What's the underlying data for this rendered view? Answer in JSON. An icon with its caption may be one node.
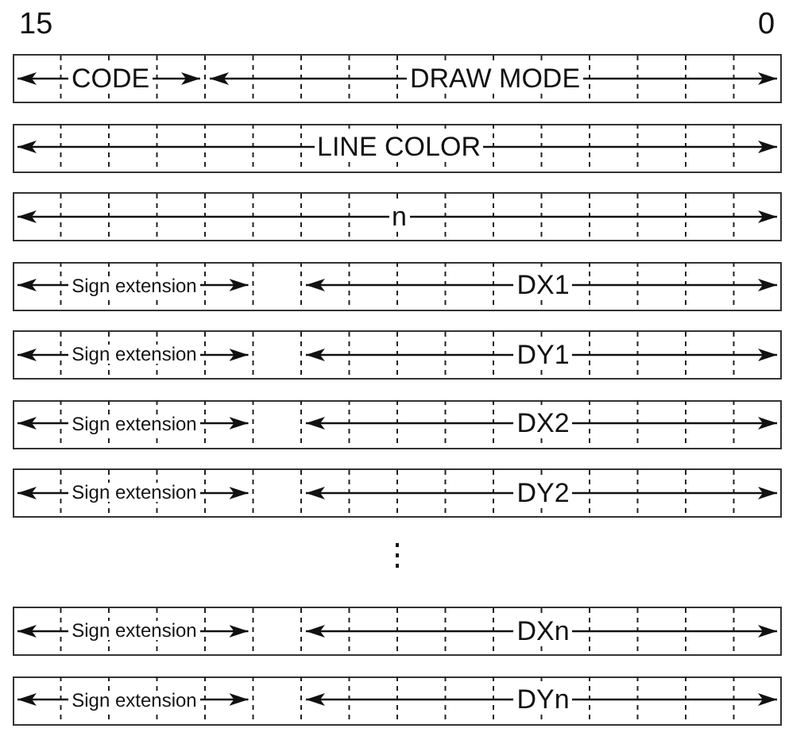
{
  "diagram": {
    "nodes": [
      {
        "text": [
          "CODE",
          "DRAW MODE"
        ]
      },
      {
        "text": [
          "LINE COLOR"
        ]
      },
      {
        "text": [
          "n"
        ]
      },
      {
        "text": [
          "Sign extension",
          "DX1"
        ]
      },
      {
        "text": [
          "Sign extension",
          "DY1"
        ]
      },
      {
        "text": [
          "Sign extension",
          "DX2"
        ]
      },
      {
        "text": [
          "Sign extension",
          "DY2"
        ]
      },
      {
        "text": [
          "Sign extension",
          "DXn"
        ]
      },
      {
        "text": [
          "Sign extension",
          "DYn"
        ]
      }
    ],
    "labels": [
      "15",
      "0",
      "⋮"
    ]
  }
}
